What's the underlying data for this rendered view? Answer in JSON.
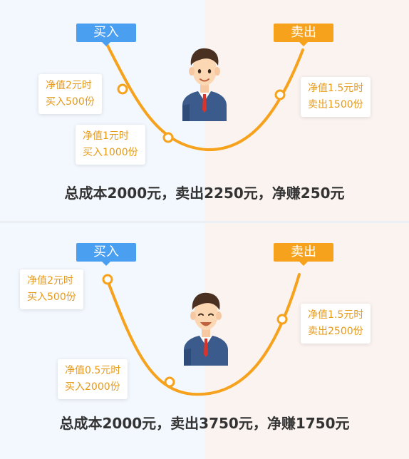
{
  "colors": {
    "buy": "#4a9ff0",
    "sell": "#f6a21c",
    "curve": "#f6a21c",
    "note_text": "#e69a1a",
    "summary_text": "#333333",
    "bg_left": "#f3f8fe",
    "bg_right": "#fbf3f0"
  },
  "panels": [
    {
      "buy_label": "买入",
      "sell_label": "卖出",
      "notes": [
        {
          "line1": "净值2元时",
          "line2": "买入500份"
        },
        {
          "line1": "净值1元时",
          "line2": "买入1000份"
        },
        {
          "line1": "净值1.5元时",
          "line2": "卖出1500份"
        }
      ],
      "summary": "总成本2000元，卖出2250元，净赚250元",
      "icon": "businessman-icon"
    },
    {
      "buy_label": "买入",
      "sell_label": "卖出",
      "notes": [
        {
          "line1": "净值2元时",
          "line2": "买入500份"
        },
        {
          "line1": "净值0.5元时",
          "line2": "买入2000份"
        },
        {
          "line1": "净值1.5元时",
          "line2": "卖出2500份"
        }
      ],
      "summary": "总成本2000元，卖出3750元，净赚1750元",
      "icon": "businessman-icon"
    }
  ]
}
